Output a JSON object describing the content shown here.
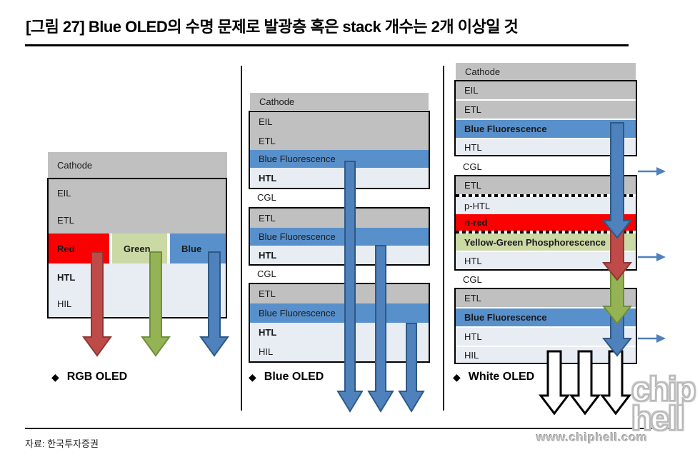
{
  "title": "[그림 27] Blue OLED의 수명 문제로 발광층 혹은 stack 개수는 2개 이상일 것",
  "source": "자료: 한국투자증권",
  "watermark": {
    "url_text": "www.chiphell.com",
    "logo_line1": "chip",
    "logo_line2": "hell"
  },
  "colors": {
    "layer_gray": "#C0C0C0",
    "layer_light": "#E8ECF3",
    "layer_blue": "#5890CB",
    "layer_red": "#FB0000",
    "layer_yellow_green": "#CBD9A5",
    "arrow_red_fill": "#BE4B48",
    "arrow_red_stroke": "#8E3836",
    "arrow_green_fill": "#94B354",
    "arrow_green_stroke": "#6F8F3C",
    "arrow_blue_fill": "#4F81BD",
    "arrow_blue_stroke": "#2E5984",
    "arrow_white_fill": "#FFFFFF",
    "arrow_white_stroke": "#000000",
    "small_arrow_blue": "#4F81BD"
  },
  "rgb_panel": {
    "bullet": "◆",
    "label": "RGB OLED",
    "cathode": "Cathode",
    "eil": "EIL",
    "etl": "ETL",
    "red": "Red",
    "green": "Green",
    "blue": "Blue",
    "htl": "HTL",
    "hil": "HIL"
  },
  "blue_panel": {
    "bullet": "◆",
    "label": "Blue OLED",
    "cathode": "Cathode",
    "cgl_1": "CGL",
    "cgl_2": "CGL",
    "stack1": {
      "eil": "EIL",
      "etl": "ETL",
      "blue_fluorescence": "Blue Fluorescence",
      "htl": "HTL"
    },
    "stack2": {
      "etl": "ETL",
      "blue_fluorescence": "Blue Fluorescence",
      "htl": "HTL"
    },
    "stack3": {
      "etl": "ETL",
      "blue_fluorescence": "Blue Fluorescence",
      "htl": "HTL",
      "hil": "HIL"
    }
  },
  "white_panel": {
    "bullet": "◆",
    "label": "White OLED",
    "cathode": "Cathode",
    "cgl_1": "CGL",
    "cgl_2": "CGL",
    "stack1": {
      "eil": "EIL",
      "etl": "ETL",
      "blue_fluorescence": "Blue Fluorescence",
      "htl": "HTL"
    },
    "stack2": {
      "etl": "ETL",
      "p_htl": "p-HTL",
      "n_red": "n-red",
      "yellow_green": "Yellow-Green Phosphorescence",
      "htl": "HTL"
    },
    "stack3": {
      "etl": "ETL",
      "blue_fluorescence": "Blue Fluorescence",
      "htl": "HTL",
      "hil": "HIL"
    }
  }
}
